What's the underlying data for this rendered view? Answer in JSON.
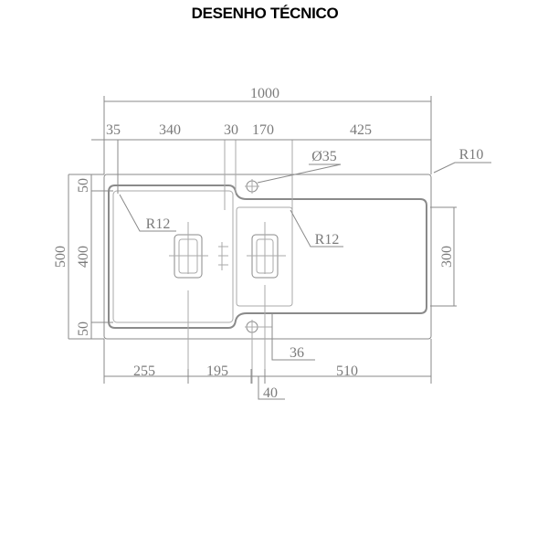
{
  "title": "DESENHO TÉCNICO",
  "dimensions": {
    "total_width": "1000",
    "left_margin": "35",
    "bowl_width": "340",
    "divider": "30",
    "drainer_bowl_width": "170",
    "drainer_width": "425",
    "tap_hole": "Ø35",
    "corner_radius": "R10",
    "bowl_radius": "R12",
    "drainer_radius": "R12",
    "total_depth": "500",
    "bowl_depth": "400",
    "top_margin": "50",
    "bottom_margin": "50",
    "drainer_depth": "300",
    "drain_offset_left": "255",
    "drain_spacing": "195",
    "right_offset": "510",
    "hole_offset_vertical": "36",
    "hole_offset_horizontal": "40"
  }
}
